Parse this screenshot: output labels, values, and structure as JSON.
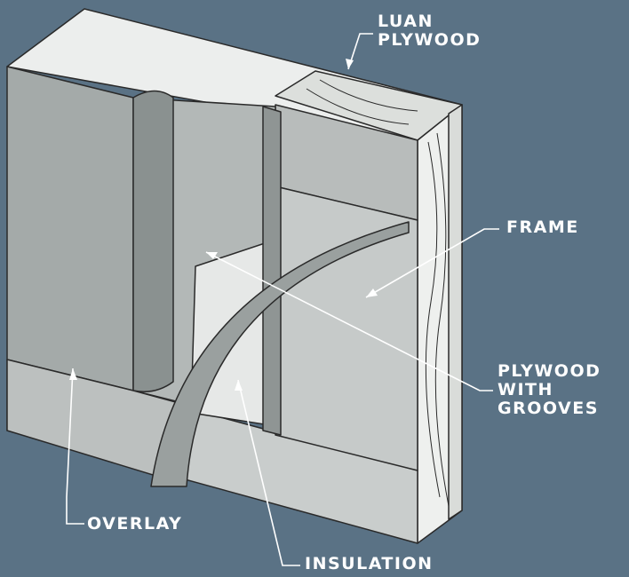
{
  "colors": {
    "background": "#5a7285",
    "outline": "#2a2a2a",
    "label_text": "#ffffff",
    "arrow": "#ffffff"
  },
  "labels": {
    "luan_plywood": [
      "LUAN",
      "PLYWOOD"
    ],
    "frame": "FRAME",
    "plywood_with_grooves": [
      "PLYWOOD",
      "WITH",
      "GROOVES"
    ],
    "overlay": "OVERLAY",
    "insulation": "INSULATION"
  }
}
